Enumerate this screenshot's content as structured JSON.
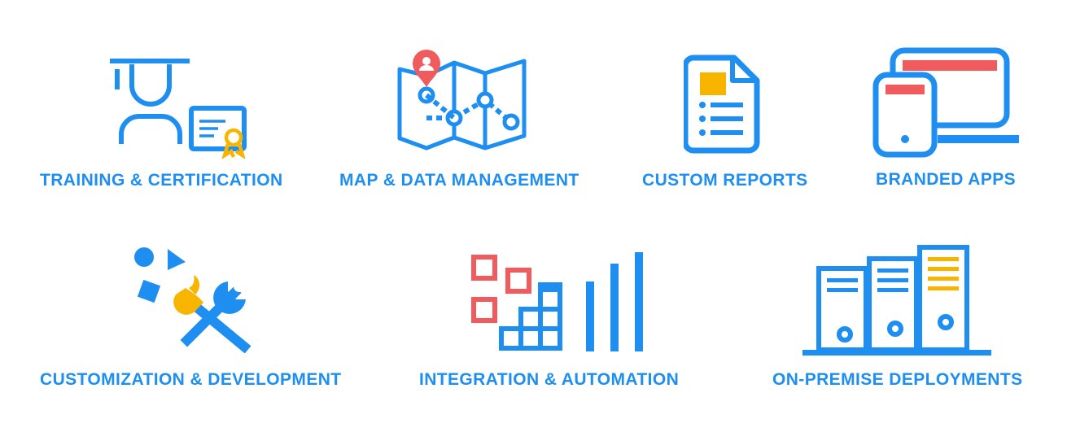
{
  "colors": {
    "primary_blue": "#1e8ff1",
    "accent_red": "#f05b5d",
    "accent_yellow": "#f8b500"
  },
  "services": [
    {
      "label": "TRAINING & CERTIFICATION",
      "icon": "graduate-certificate-icon"
    },
    {
      "label": "MAP & DATA MANAGEMENT",
      "icon": "map-route-icon"
    },
    {
      "label": "CUSTOM REPORTS",
      "icon": "report-document-icon"
    },
    {
      "label": "BRANDED APPS",
      "icon": "devices-icon"
    },
    {
      "label": "CUSTOMIZATION & DEVELOPMENT",
      "icon": "tools-shapes-icon"
    },
    {
      "label": "INTEGRATION & AUTOMATION",
      "icon": "integration-chart-icon"
    },
    {
      "label": "ON-PREMISE DEPLOYMENTS",
      "icon": "server-racks-icon"
    }
  ]
}
